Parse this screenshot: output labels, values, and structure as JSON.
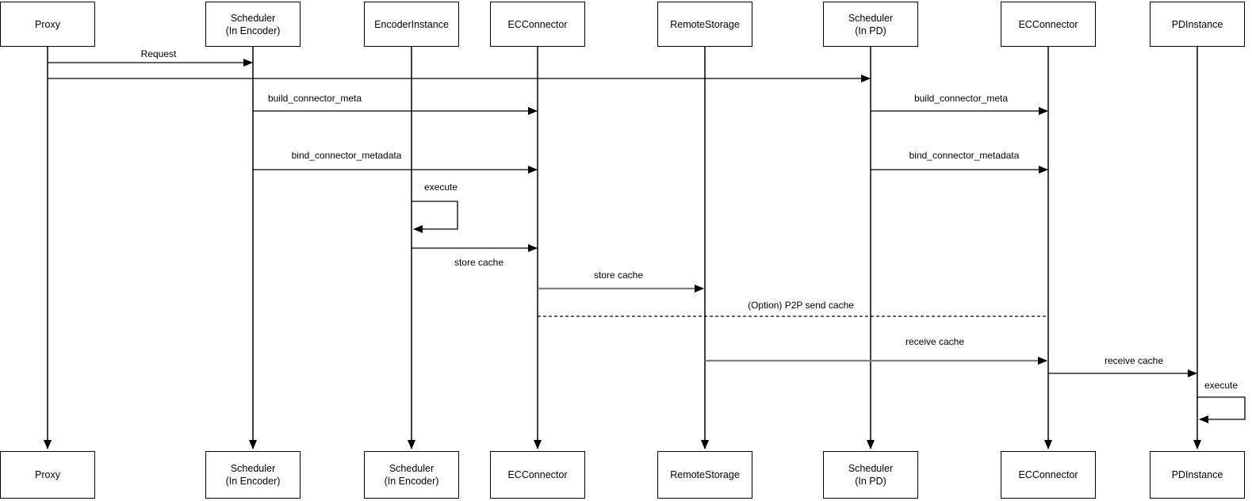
{
  "diagram": {
    "type": "sequence-diagram",
    "participants": [
      {
        "id": "proxy",
        "top_label": "Proxy",
        "bottom_label": "Proxy"
      },
      {
        "id": "scheduler-encoder",
        "top_label": "Scheduler\n(In Encoder)",
        "bottom_label": "Scheduler\n(In Encoder)"
      },
      {
        "id": "encoder-instance",
        "top_label": "EncoderInstance",
        "bottom_label": "Scheduler\n(In Encoder)"
      },
      {
        "id": "ec-connector",
        "top_label": "ECConnector",
        "bottom_label": "ECConnector"
      },
      {
        "id": "remote-storage",
        "top_label": "RemoteStorage",
        "bottom_label": "RemoteStorage"
      },
      {
        "id": "scheduler-pd",
        "top_label": "Scheduler\n(In PD)",
        "bottom_label": "Scheduler\n(In PD)"
      },
      {
        "id": "ec-connector-pd",
        "top_label": "ECConnector",
        "bottom_label": "ECConnector"
      },
      {
        "id": "pd-instance",
        "top_label": "PDInstance",
        "bottom_label": "PDInstance"
      }
    ],
    "messages": [
      {
        "from": "proxy",
        "to": "scheduler-encoder",
        "label": "Request",
        "style": "solid"
      },
      {
        "from": "proxy",
        "to": "scheduler-pd",
        "label": "",
        "style": "solid"
      },
      {
        "from": "scheduler-encoder",
        "to": "ec-connector",
        "label": "build_connector_meta",
        "style": "solid"
      },
      {
        "from": "scheduler-pd",
        "to": "ec-connector-pd",
        "label": "build_connector_meta",
        "style": "solid"
      },
      {
        "from": "scheduler-encoder",
        "to": "ec-connector",
        "label": "bind_connector_metadata",
        "style": "solid"
      },
      {
        "from": "scheduler-pd",
        "to": "ec-connector-pd",
        "label": "bind_connector_metadata",
        "style": "solid"
      },
      {
        "from": "encoder-instance",
        "to": "encoder-instance",
        "label": "execute",
        "style": "self-loop"
      },
      {
        "from": "encoder-instance",
        "to": "ec-connector",
        "label": "store cache",
        "style": "solid",
        "label_position": "below"
      },
      {
        "from": "ec-connector",
        "to": "remote-storage",
        "label": "store cache",
        "style": "solid-gray"
      },
      {
        "from": "ec-connector",
        "to": "ec-connector-pd",
        "label": "(Option) P2P send cache",
        "style": "dashed"
      },
      {
        "from": "remote-storage",
        "to": "ec-connector-pd",
        "label": "receive cache",
        "style": "solid-gray"
      },
      {
        "from": "ec-connector-pd",
        "to": "pd-instance",
        "label": "receive cache",
        "style": "solid"
      },
      {
        "from": "pd-instance",
        "to": "pd-instance",
        "label": "execute",
        "style": "self-loop"
      }
    ],
    "colors": {
      "background": "#ffffff",
      "line": "#000000",
      "gray_line": "#808080",
      "box_border": "#000000",
      "box_fill": "#ffffff",
      "text": "#000000"
    }
  }
}
